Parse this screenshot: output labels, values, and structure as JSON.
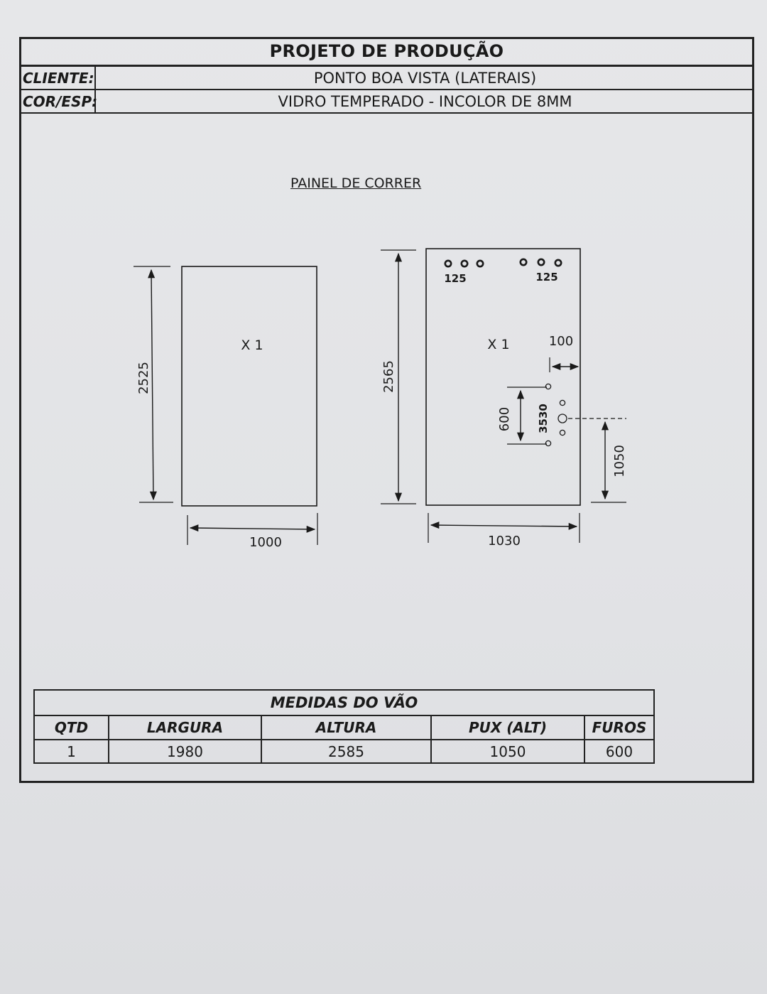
{
  "header": {
    "title": "PROJETO DE PRODUÇÃO",
    "client_label": "CLIENTE:",
    "client_value": "PONTO BOA VISTA (LATERAIS)",
    "color_label": "COR/ESP:",
    "color_value": "VIDRO TEMPERADO - INCOLOR DE 8MM"
  },
  "panel_title": "PAINEL DE CORRER",
  "panel_left": {
    "height": "2525",
    "width": "1000",
    "quantity": "X  1"
  },
  "panel_right": {
    "height": "2565",
    "width": "1030",
    "quantity": "X  1",
    "hole_spacing_left": "125",
    "hole_spacing_right": "125",
    "edge_offset": "100",
    "hole_distance": "600",
    "handle_spacing": "3530",
    "handle_height": "1050"
  },
  "measures": {
    "title": "MEDIDAS DO VÃO",
    "columns": [
      "QTD",
      "LARGURA",
      "ALTURA",
      "PUX (ALT)",
      "FUROS"
    ],
    "rows": [
      [
        "1",
        "1980",
        "2585",
        "1050",
        "600"
      ]
    ]
  }
}
